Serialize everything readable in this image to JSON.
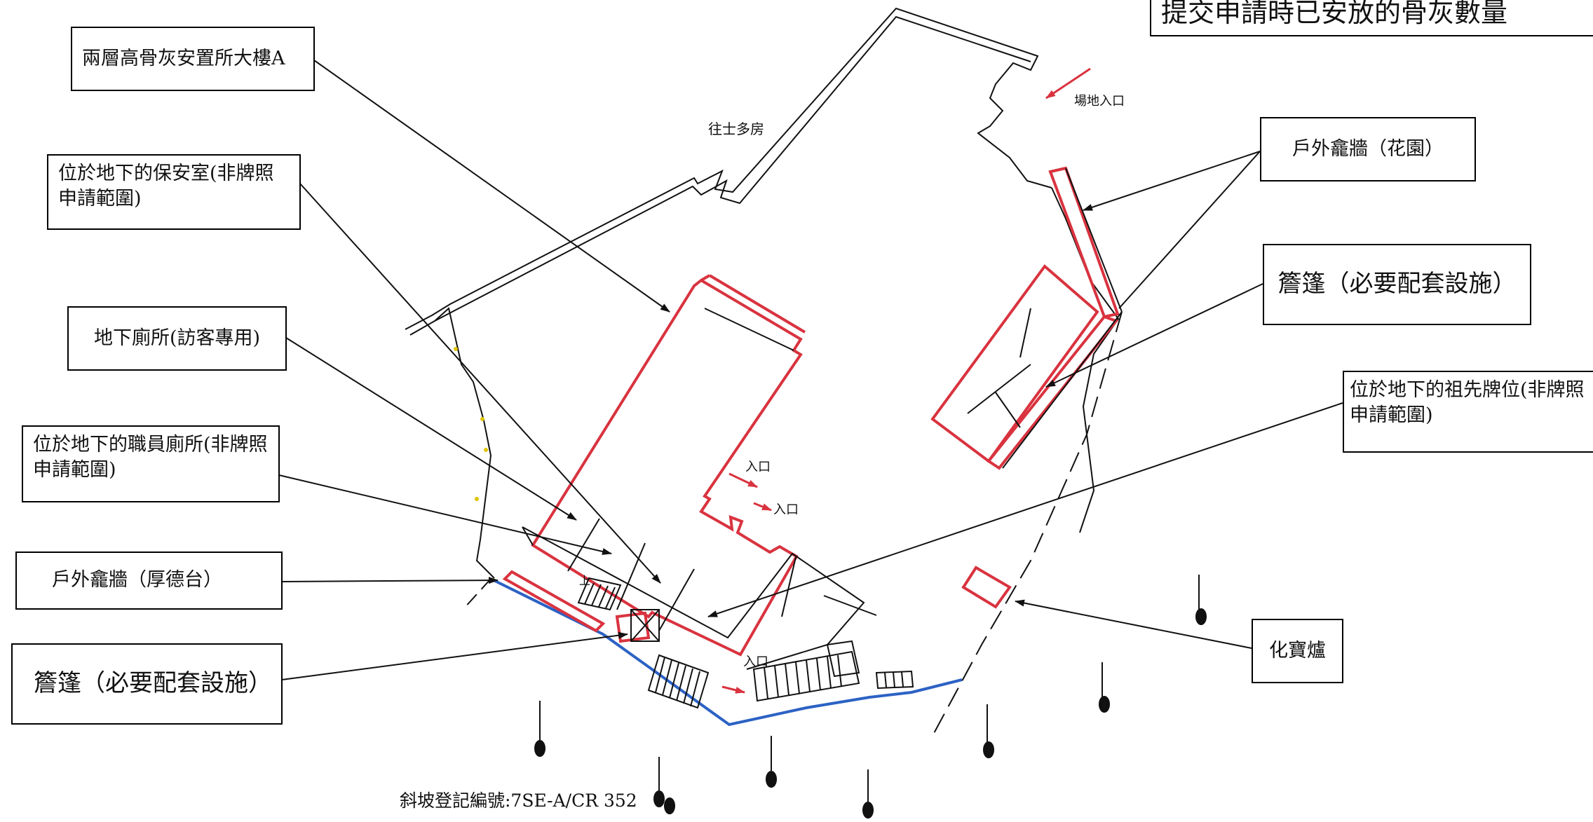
{
  "header": {
    "legend_title": "提交申請時已安放的骨灰數量"
  },
  "labels": {
    "building_a": "兩層高骨灰安置所大樓A",
    "security_room": "位於地下的保安室(非牌照申請範圍)",
    "visitor_toilet": "地下廁所(訪客專用)",
    "staff_toilet": "位於地下的職員廁所(非牌照申請範圍)",
    "outdoor_niche_houdetai": "戶外龕牆（厚德台）",
    "canopy_left": "簷篷（必要配套設施）",
    "outdoor_niche_garden": "戶外龕牆（花園）",
    "canopy_right": "簷篷（必要配套設施）",
    "ancestral_tablets": "位於地下的祖先牌位(非牌照申請範圍)",
    "incinerator": "化寶爐"
  },
  "map_text": {
    "to_village_house": "往士多房",
    "site_entrance": "場地入口",
    "entrance_1": "入口",
    "entrance_2": "入口",
    "entrance_3": "入口",
    "up_mark": "上",
    "slope_registration": "斜坡登記編號:7SE-A/CR 352"
  },
  "colors": {
    "boundary_red": "#d9333f",
    "wall_blue": "#2c62c4",
    "line_black": "#111111",
    "background": "#ffffff"
  }
}
